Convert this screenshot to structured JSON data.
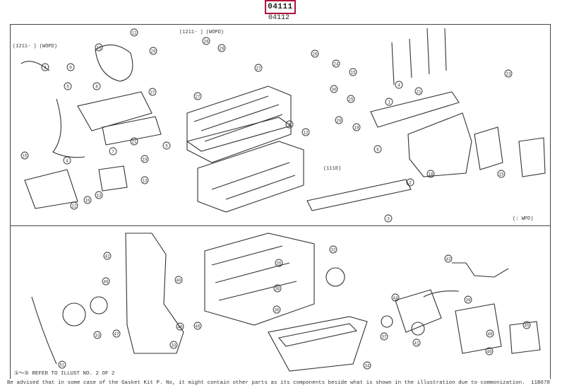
{
  "header": {
    "part_number": "04111",
    "sub_part_number": "04112"
  },
  "labels": {
    "engine_code_top_left": "(1211- )  (WOPD)",
    "engine_code_top_center": "(1211- )  (WOPD)",
    "tag_1110": "(1110)",
    "tag_wpd": "(: WPD)"
  },
  "callouts": [
    "1",
    "2",
    "3",
    "4",
    "5",
    "6",
    "7",
    "8",
    "9",
    "10",
    "11",
    "12",
    "13",
    "14",
    "15",
    "16",
    "17",
    "18",
    "19",
    "20",
    "21",
    "22",
    "23",
    "24",
    "25",
    "26",
    "27",
    "28",
    "29",
    "30",
    "31",
    "32",
    "33",
    "34",
    "35",
    "36",
    "37",
    "38",
    "39",
    "40",
    "41",
    "42",
    "43",
    "44",
    "45",
    "46",
    "47",
    "48",
    "49",
    "50",
    "51"
  ],
  "legend": "①～⑤ REFER TO ILLUST NO. 2 OF 2",
  "footer": "Be advised that in some case of the Gasket Kit P. No, it might contain other parts as its components beside what is shown in the illustration due to commonization.",
  "image_code": "11B678"
}
